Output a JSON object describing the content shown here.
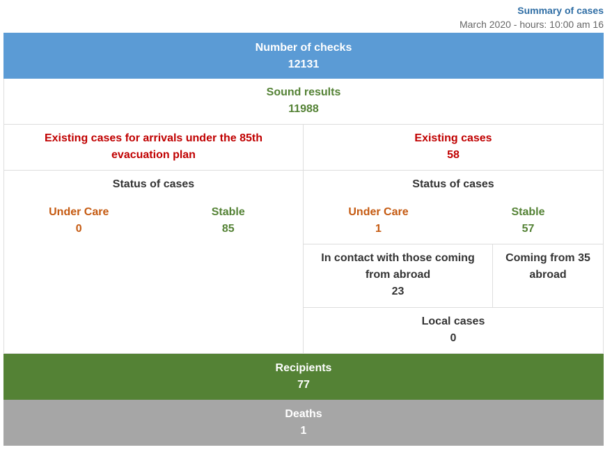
{
  "header": {
    "title": "Summary of cases",
    "subtitle": "March 2020 - hours: 10:00 am 16"
  },
  "checks": {
    "label": "Number of checks",
    "value": "12131"
  },
  "sound": {
    "label": "Sound results",
    "value": "11988"
  },
  "evacuation": {
    "label": "Existing cases for arrivals under the 85th evacuation plan"
  },
  "existing": {
    "label": "Existing cases",
    "value": "58"
  },
  "status_left": {
    "title": "Status of cases",
    "under_care_label": "Under Care",
    "under_care_value": "0",
    "stable_label": "Stable",
    "stable_value": "85"
  },
  "status_right": {
    "title": "Status of cases",
    "under_care_label": "Under Care",
    "under_care_value": "1",
    "stable_label": "Stable",
    "stable_value": "57",
    "contact_label": "In contact with those coming from abroad",
    "contact_value": "23",
    "coming_label": "Coming from 35 abroad",
    "local_label": "Local cases",
    "local_value": "0"
  },
  "recipients": {
    "label": "Recipients",
    "value": "77"
  },
  "deaths": {
    "label": "Deaths",
    "value": "1"
  },
  "colors": {
    "blue": "#5b9bd5",
    "green": "#548235",
    "red": "#c00000",
    "orange": "#c55a11",
    "grey": "#a6a6a6",
    "link": "#2e6da4"
  }
}
